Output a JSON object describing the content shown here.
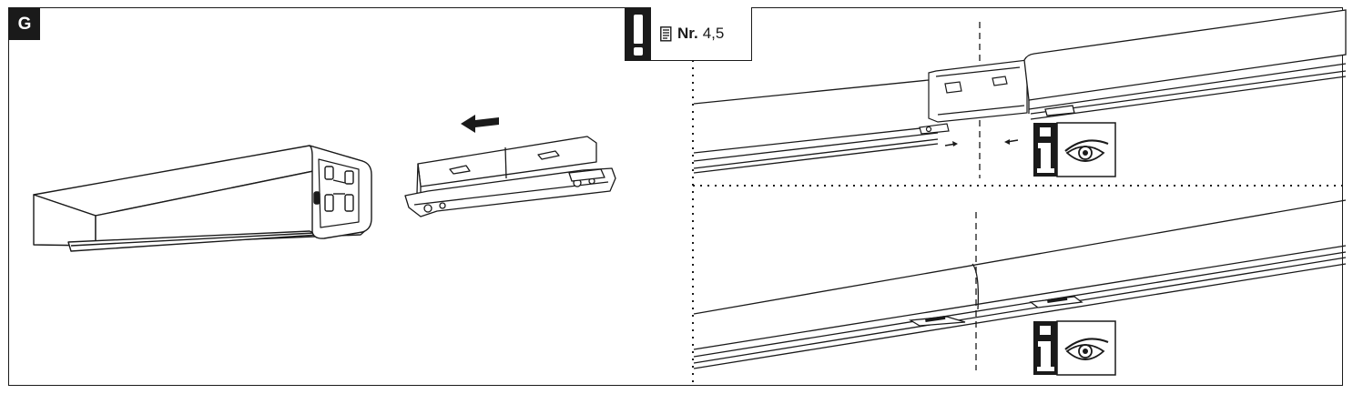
{
  "step": {
    "letter": "G"
  },
  "notice": {
    "icon": "exclamation-icon",
    "doc_icon": "document-icon",
    "label": "Nr.",
    "values": "4,5"
  },
  "info_icons": [
    {
      "icon": "info-eye-icon"
    },
    {
      "icon": "info-eye-icon"
    }
  ],
  "arrow": {
    "icon": "arrow-left-icon"
  },
  "colors": {
    "ink": "#1a1a1a",
    "paper": "#ffffff"
  }
}
